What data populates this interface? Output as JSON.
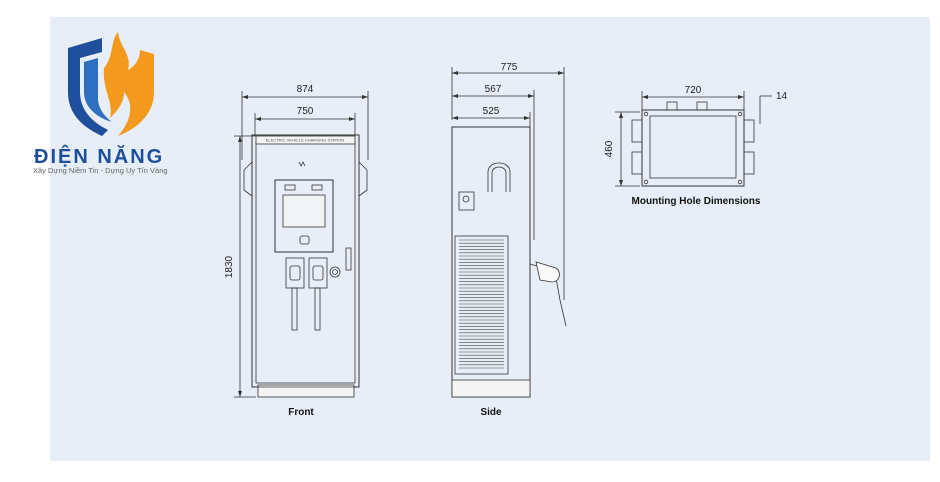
{
  "brand": {
    "name": "ĐIỆN NĂNG",
    "slogan": "Xây Dựng Niềm Tin - Dựng Uy Tín Vàng",
    "logo_colors": {
      "blue": "#1d4f9c",
      "orange": "#f39a1e"
    }
  },
  "front": {
    "caption": "Front",
    "width_outer": "874",
    "width_inner": "750",
    "height": "1830",
    "header_text": "ELECTRIC VEHICLE CHARGING STATION"
  },
  "side": {
    "caption": "Side",
    "depth_overall": "775",
    "depth_mid": "567",
    "depth_body": "525"
  },
  "mounting": {
    "caption": "Mounting Hole Dimensions",
    "width": "720",
    "height": "460",
    "offset": "14"
  }
}
